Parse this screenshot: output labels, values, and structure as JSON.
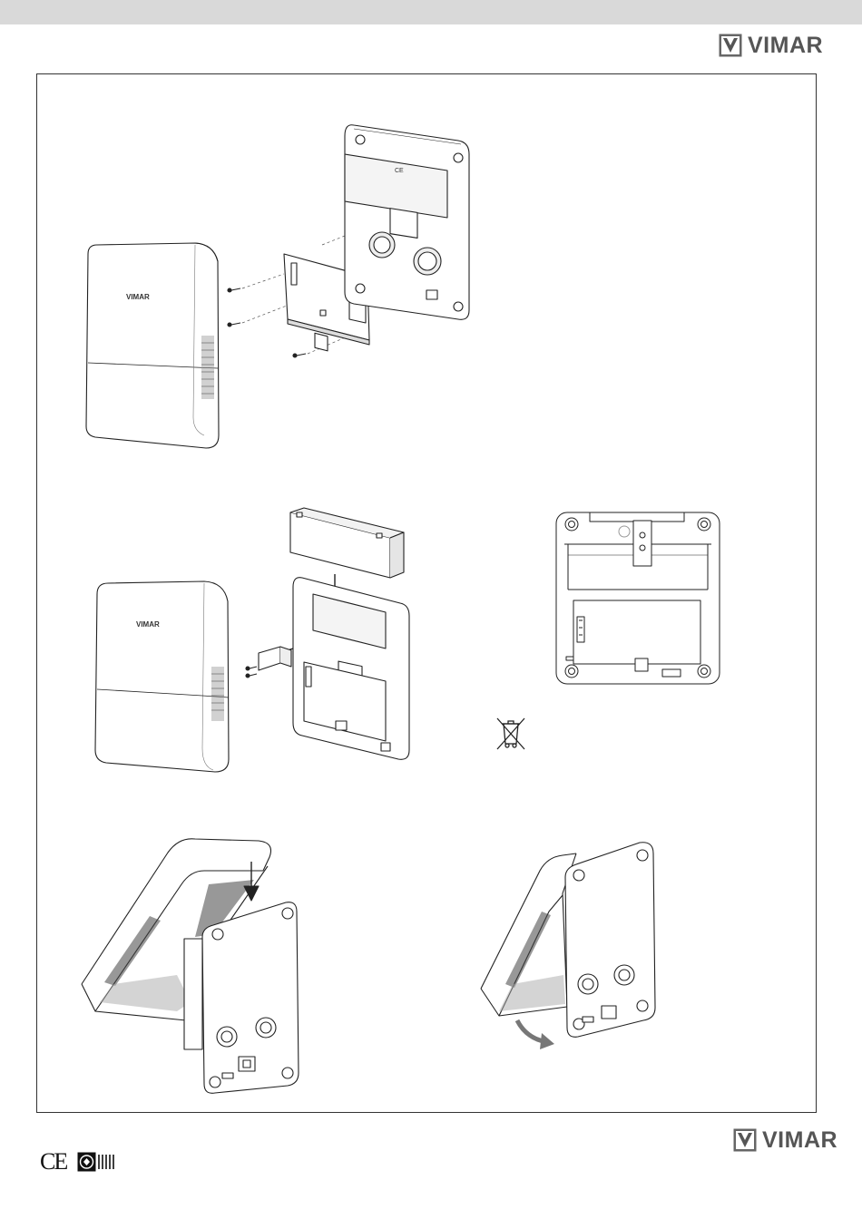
{
  "brand": {
    "name": "VIMAR"
  },
  "figures": {
    "device_label": "VIMAR",
    "panel_symbol": "CE"
  },
  "footer": {
    "ce_mark": "CE"
  }
}
